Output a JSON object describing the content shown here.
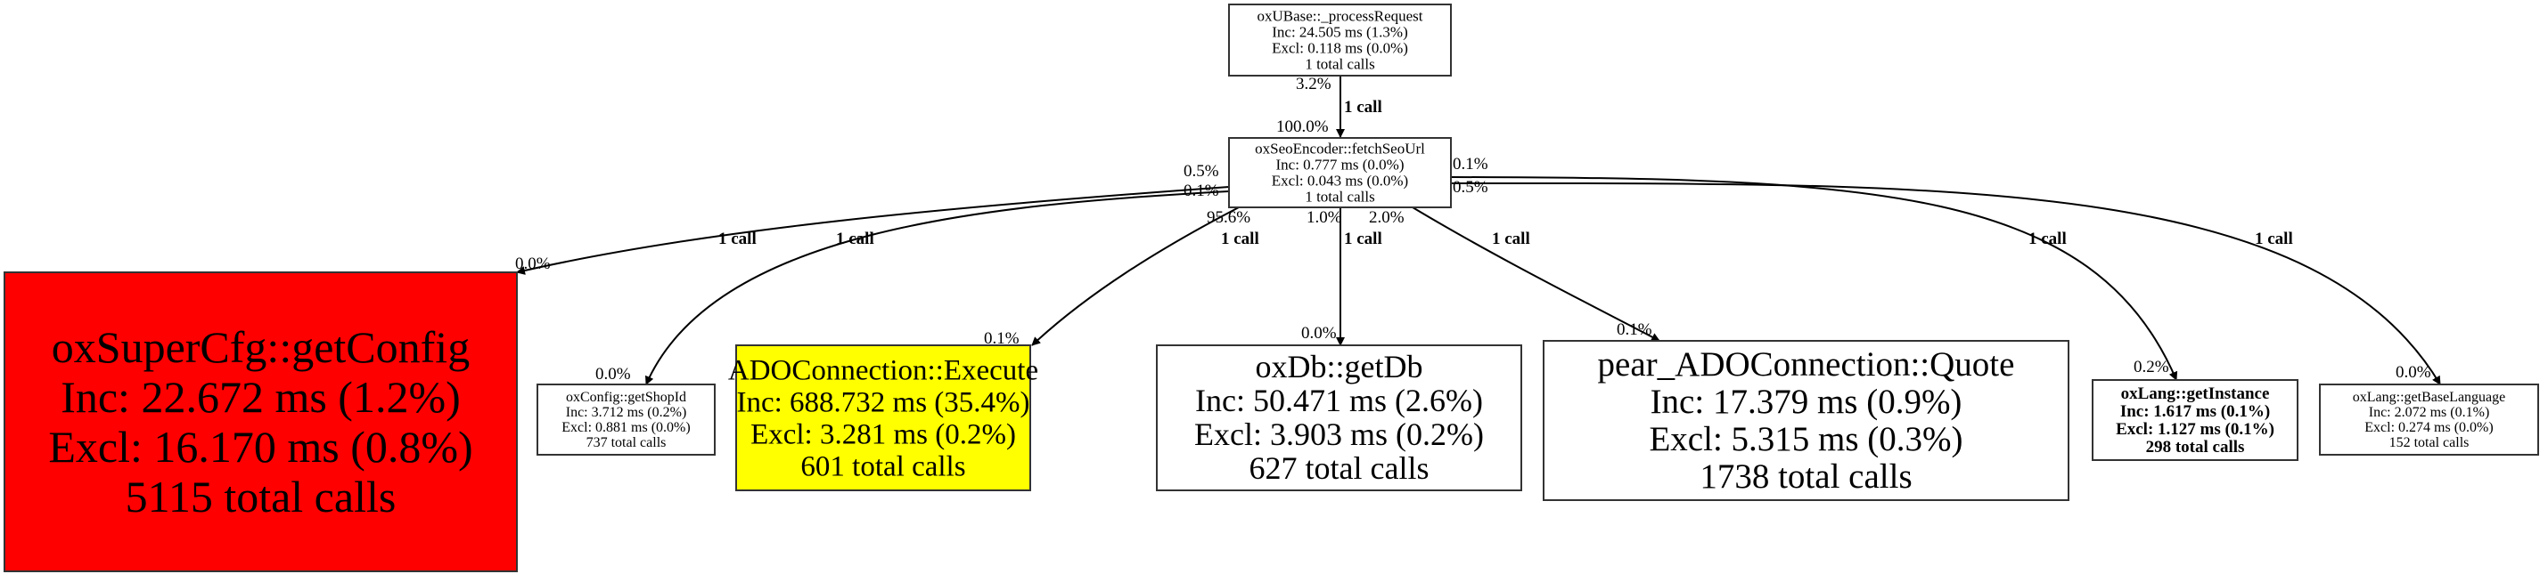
{
  "nodes": [
    {
      "id": "processRequest",
      "lines": [
        "oxUBase::_processRequest",
        "Inc: 24.505 ms (1.3%)",
        "Excl: 0.118 ms (0.0%)",
        "1 total calls"
      ],
      "fill": "#ffffff"
    },
    {
      "id": "fetchSeoUrl",
      "lines": [
        "oxSeoEncoder::fetchSeoUrl",
        "Inc: 0.777 ms (0.0%)",
        "Excl: 0.043 ms (0.0%)",
        "1 total calls"
      ],
      "fill": "#ffffff"
    },
    {
      "id": "getConfig",
      "lines": [
        "oxSuperCfg::getConfig",
        "Inc: 22.672 ms (1.2%)",
        "Excl: 16.170 ms (0.8%)",
        "5115 total calls"
      ],
      "fill": "#ff0000"
    },
    {
      "id": "getShopId",
      "lines": [
        "oxConfig::getShopId",
        "Inc: 3.712 ms (0.2%)",
        "Excl: 0.881 ms (0.0%)",
        "737 total calls"
      ],
      "fill": "#ffffff"
    },
    {
      "id": "execute",
      "lines": [
        "ADOConnection::Execute",
        "Inc: 688.732 ms (35.4%)",
        "Excl: 3.281 ms (0.2%)",
        "601 total calls"
      ],
      "fill": "#ffff00"
    },
    {
      "id": "getDb",
      "lines": [
        "oxDb::getDb",
        "Inc: 50.471 ms (2.6%)",
        "Excl: 3.903 ms (0.2%)",
        "627 total calls"
      ],
      "fill": "#ffffff"
    },
    {
      "id": "quote",
      "lines": [
        "pear_ADOConnection::Quote",
        "Inc: 17.379 ms (0.9%)",
        "Excl: 5.315 ms (0.3%)",
        "1738 total calls"
      ],
      "fill": "#ffffff"
    },
    {
      "id": "getInstance",
      "lines": [
        "oxLang::getInstance",
        "Inc: 1.617 ms (0.1%)",
        "Excl: 1.127 ms (0.1%)",
        "298 total calls"
      ],
      "fill": "#ffffff"
    },
    {
      "id": "getBaseLanguage",
      "lines": [
        "oxLang::getBaseLanguage",
        "Inc: 2.072 ms (0.1%)",
        "Excl: 0.274 ms (0.0%)",
        "152 total calls"
      ],
      "fill": "#ffffff"
    }
  ],
  "edges": [
    {
      "from": "processRequest",
      "to": "fetchSeoUrl",
      "tail": "3.2%",
      "label": "1 call",
      "head": "100.0%"
    },
    {
      "from": "fetchSeoUrl",
      "to": "getConfig",
      "tail": "0.5%",
      "label": "1 call",
      "head": "0.0%"
    },
    {
      "from": "fetchSeoUrl",
      "to": "getShopId",
      "tail": "0.1%",
      "label": "1 call",
      "head": "0.0%"
    },
    {
      "from": "fetchSeoUrl",
      "to": "execute",
      "tail": "95.6%",
      "label": "1 call",
      "head": "0.1%"
    },
    {
      "from": "fetchSeoUrl",
      "to": "getDb",
      "tail": "1.0%",
      "label": "1 call",
      "head": "0.0%"
    },
    {
      "from": "fetchSeoUrl",
      "to": "quote",
      "tail": "2.0%",
      "label": "1 call",
      "head": "0.1%"
    },
    {
      "from": "fetchSeoUrl",
      "to": "getInstance",
      "tail": "0.1%",
      "label": "1 call",
      "head": "0.2%"
    },
    {
      "from": "fetchSeoUrl",
      "to": "getBaseLanguage",
      "tail": "0.5%",
      "label": "1 call",
      "head": "0.0%"
    }
  ]
}
